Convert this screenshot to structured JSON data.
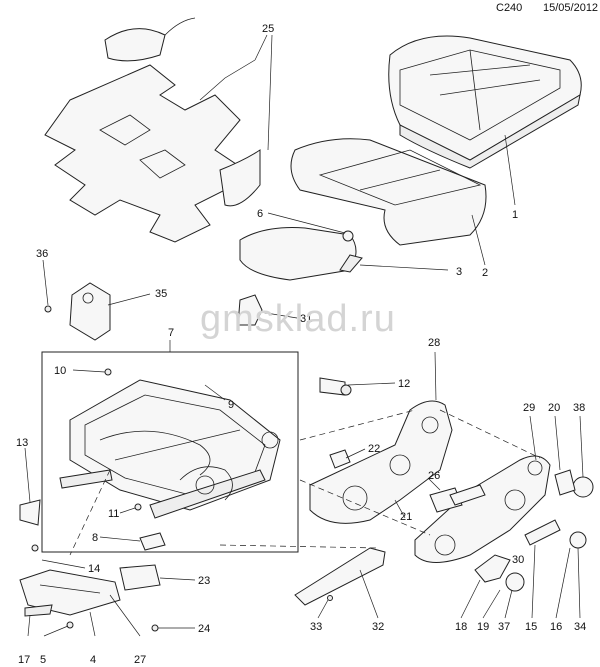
{
  "header": {
    "code": "C240",
    "date": "15/05/2012"
  },
  "watermark": "gmsklad.ru",
  "callouts": [
    {
      "id": "c1",
      "label": "1"
    },
    {
      "id": "c2",
      "label": "2"
    },
    {
      "id": "c3",
      "label": "3"
    },
    {
      "id": "c4",
      "label": "4"
    },
    {
      "id": "c5",
      "label": "5"
    },
    {
      "id": "c6",
      "label": "6"
    },
    {
      "id": "c7",
      "label": "7"
    },
    {
      "id": "c8",
      "label": "8"
    },
    {
      "id": "c9",
      "label": "9"
    },
    {
      "id": "c10",
      "label": "10"
    },
    {
      "id": "c11",
      "label": "11"
    },
    {
      "id": "c12",
      "label": "12"
    },
    {
      "id": "c13",
      "label": "13"
    },
    {
      "id": "c14",
      "label": "14"
    },
    {
      "id": "c15",
      "label": "15"
    },
    {
      "id": "c16",
      "label": "16"
    },
    {
      "id": "c17",
      "label": "17"
    },
    {
      "id": "c18",
      "label": "18"
    },
    {
      "id": "c19",
      "label": "19"
    },
    {
      "id": "c20",
      "label": "20"
    },
    {
      "id": "c21",
      "label": "21"
    },
    {
      "id": "c22",
      "label": "22"
    },
    {
      "id": "c23",
      "label": "23"
    },
    {
      "id": "c24",
      "label": "24"
    },
    {
      "id": "c25",
      "label": "25"
    },
    {
      "id": "c26",
      "label": "26"
    },
    {
      "id": "c27",
      "label": "27"
    },
    {
      "id": "c28",
      "label": "28"
    },
    {
      "id": "c29",
      "label": "29"
    },
    {
      "id": "c30",
      "label": "30"
    },
    {
      "id": "c31",
      "label": "31"
    },
    {
      "id": "c32",
      "label": "32"
    },
    {
      "id": "c33",
      "label": "33"
    },
    {
      "id": "c34",
      "label": "34"
    },
    {
      "id": "c35",
      "label": "35"
    },
    {
      "id": "c36",
      "label": "36"
    },
    {
      "id": "c37",
      "label": "37"
    },
    {
      "id": "c38",
      "label": "38"
    }
  ]
}
